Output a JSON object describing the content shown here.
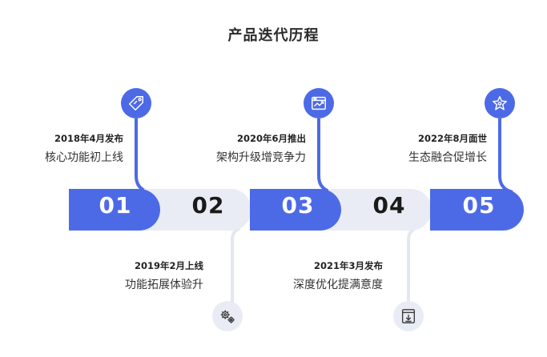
{
  "title": "产品迭代历程",
  "milestones": [
    {
      "num": "01",
      "date": "2018年4月发布",
      "desc": "核心功能初上线",
      "icon": "price-tag-icon",
      "position": "top",
      "color": "blue"
    },
    {
      "num": "02",
      "date": "2019年2月上线",
      "desc": "功能拓展体验升",
      "icon": "gears-icon",
      "position": "bottom",
      "color": "gray"
    },
    {
      "num": "03",
      "date": "2020年6月推出",
      "desc": "架构升级增竞争力",
      "icon": "browser-chart-icon",
      "position": "top",
      "color": "blue"
    },
    {
      "num": "04",
      "date": "2021年3月发布",
      "desc": "深度优化提满意度",
      "icon": "download-window-icon",
      "position": "bottom",
      "color": "gray"
    },
    {
      "num": "05",
      "date": "2022年8月面世",
      "desc": "生态融合促增长",
      "icon": "star-icon",
      "position": "top",
      "color": "blue"
    }
  ],
  "colors": {
    "accent": "#4d6ae6",
    "light": "#e9ecf4",
    "line_gray": "#e4e7ef"
  }
}
